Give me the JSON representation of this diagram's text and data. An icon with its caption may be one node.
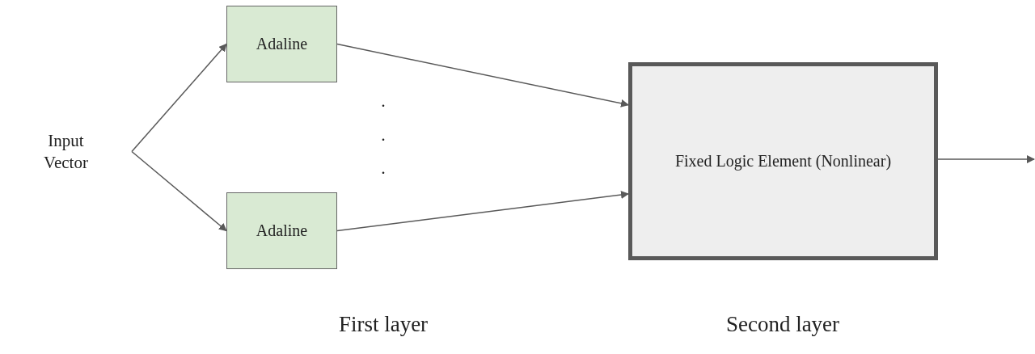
{
  "diagram": {
    "nodes": [
      {
        "text": [
          "Input Vector"
        ]
      },
      {
        "text": [
          "Adaline"
        ]
      },
      {
        "text": [
          "Adaline"
        ]
      },
      {
        "text": [
          "Fixed Logic Element (Nonlinear)"
        ]
      }
    ],
    "edges": [
      {
        "from": 0,
        "to": 1,
        "arrow": "to"
      },
      {
        "from": 0,
        "to": 2,
        "arrow": "to"
      },
      {
        "from": 1,
        "to": 3,
        "arrow": "to"
      },
      {
        "from": 2,
        "to": 3,
        "arrow": "to"
      },
      {
        "from": 3,
        "to": null,
        "arrow": "to"
      }
    ],
    "labels": [
      ".",
      ".",
      ".",
      "First layer",
      "Second layer"
    ]
  }
}
